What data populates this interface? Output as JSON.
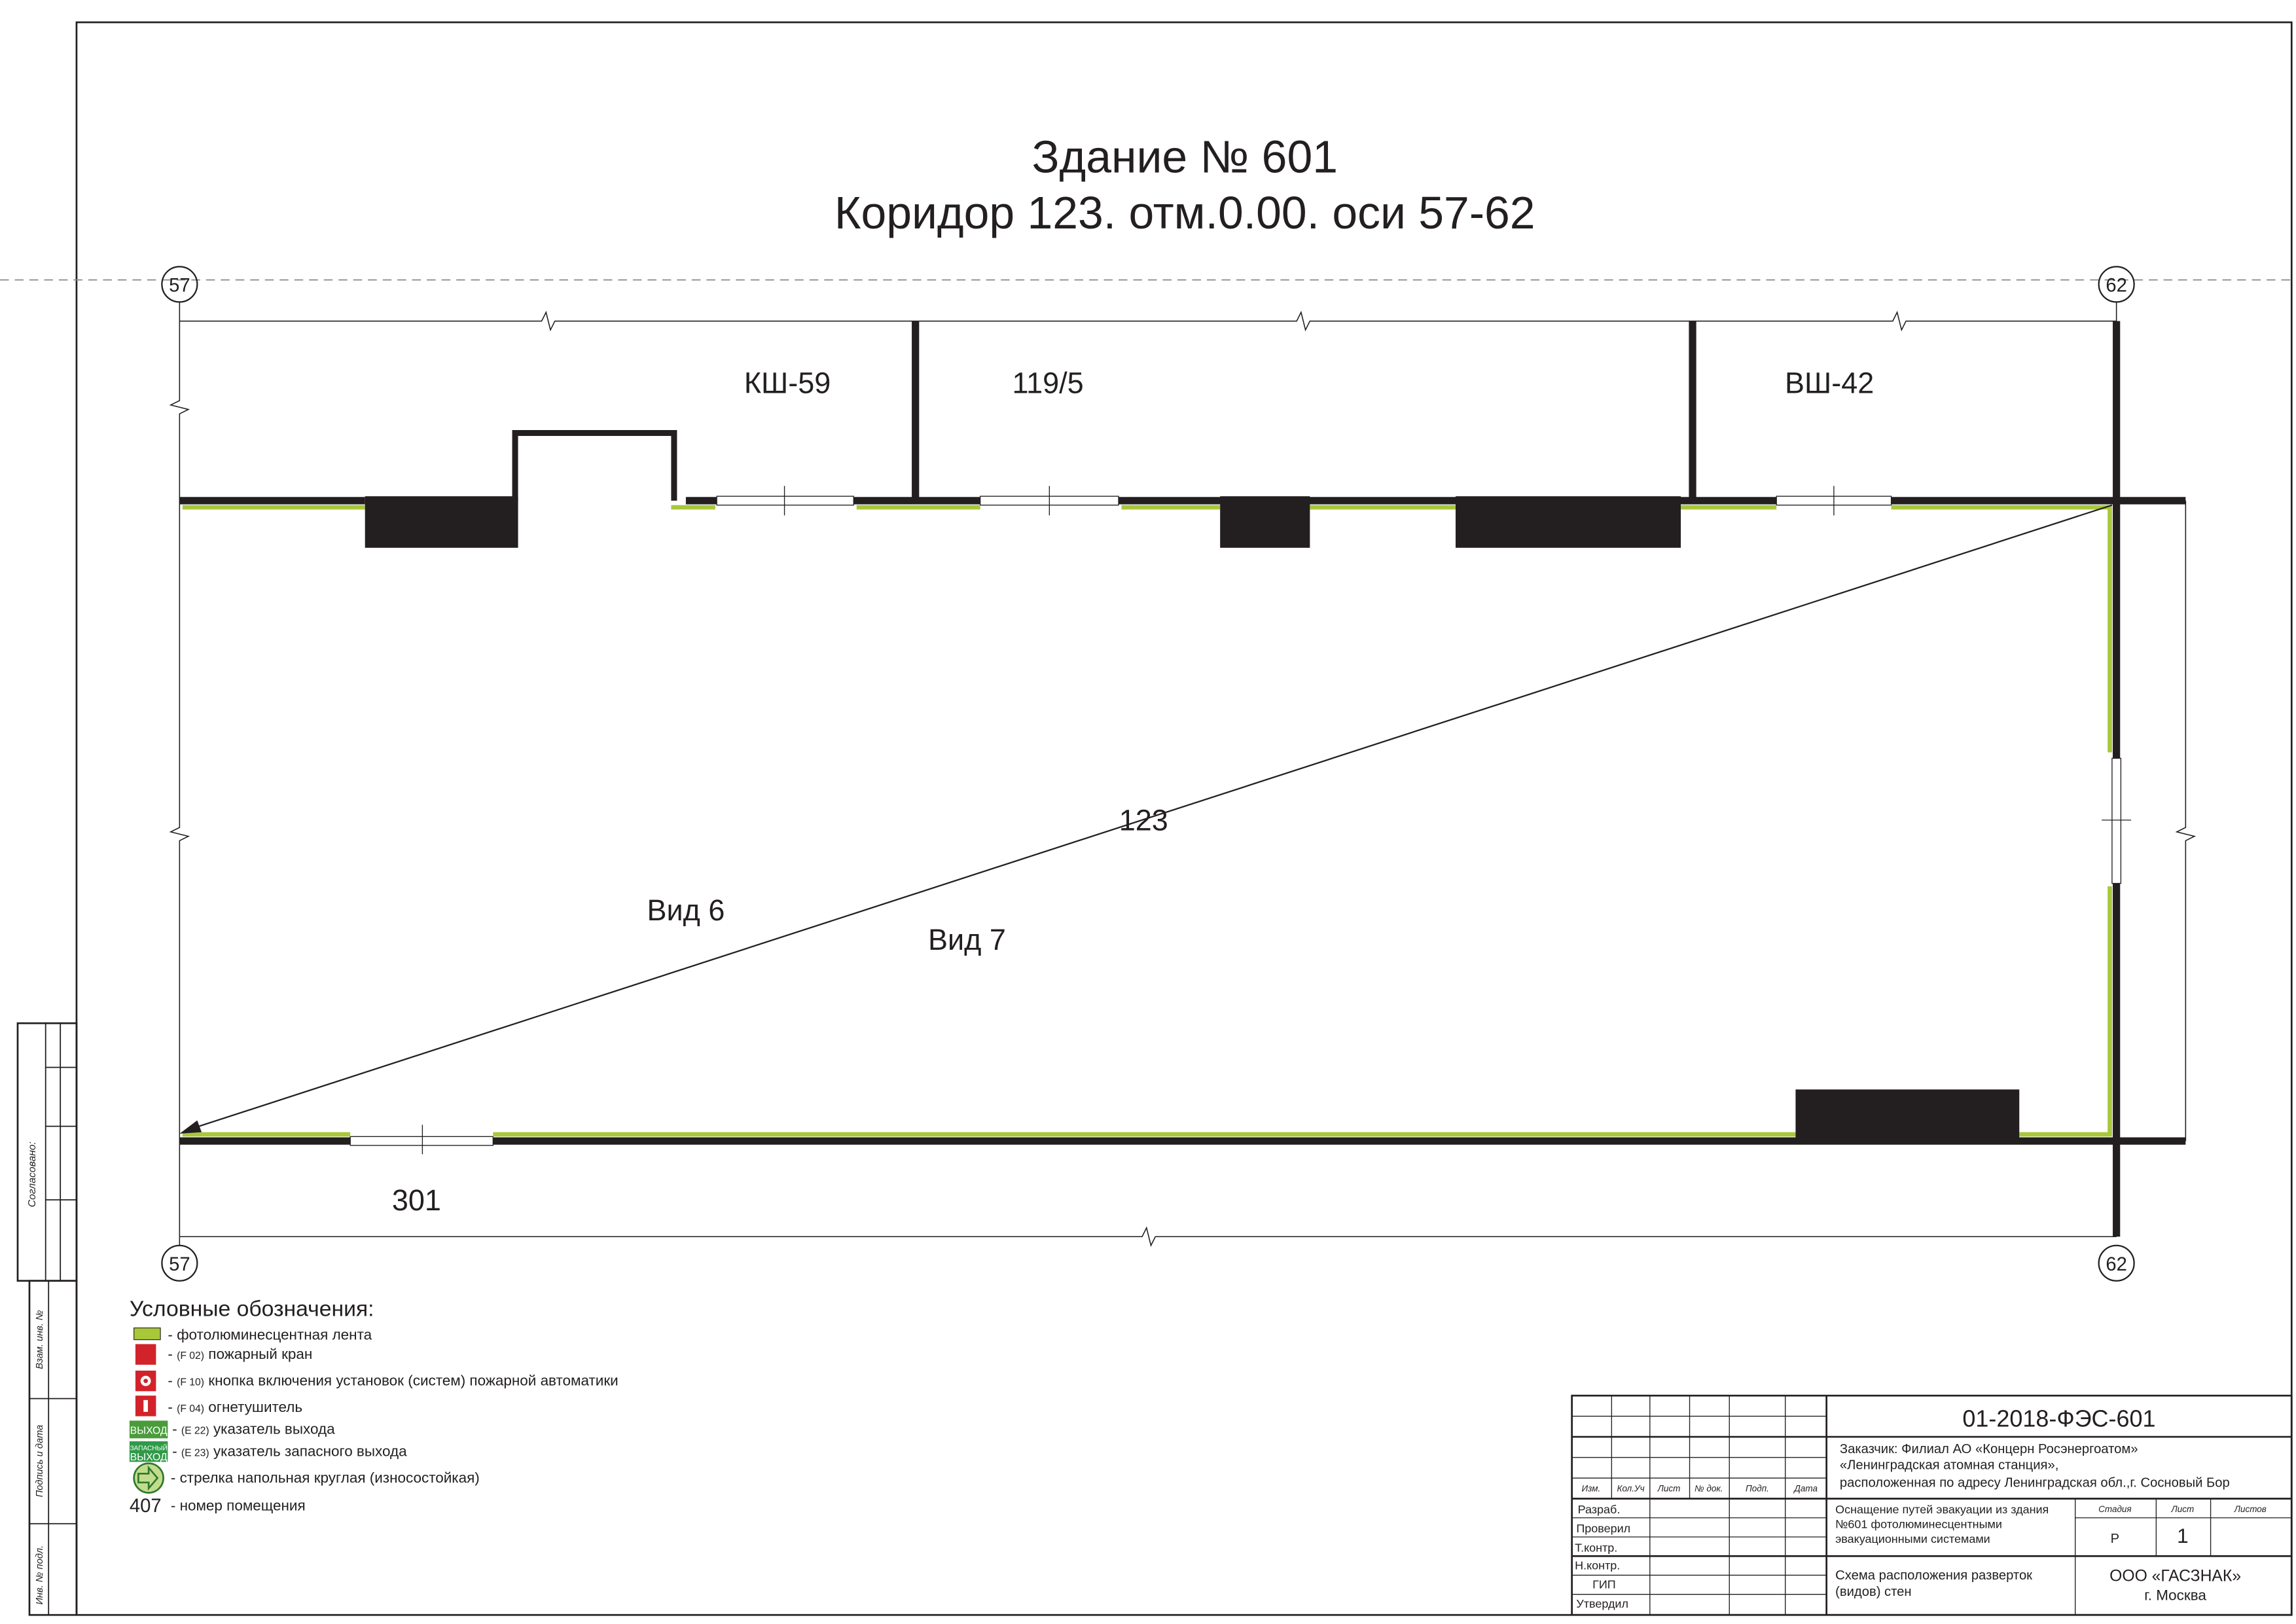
{
  "title": {
    "line1": "Здание № 601",
    "line2": "Коридор 123. отм.0.00. оси 57-62"
  },
  "axes": {
    "left_top": "57",
    "right_top": "62",
    "left_bottom": "57",
    "right_bottom": "62"
  },
  "rooms": {
    "ksh": "КШ-59",
    "r1195": "119/5",
    "vsh": "ВШ-42",
    "corridor": "123",
    "view6": "Вид 6",
    "view7": "Вид 7",
    "r301": "301"
  },
  "colors": {
    "tape": "#a8c83a",
    "wall": "#231f20",
    "red": "#d2232a",
    "green": "#4a9c3b"
  },
  "legend": {
    "title": "Условные обозначения:",
    "items": [
      {
        "icon": "photoluminescent-tape",
        "code": "",
        "text": "- фотолюминесцентная лента"
      },
      {
        "icon": "fire-hydrant",
        "code": "(F 02)",
        "text": "пожарный кран"
      },
      {
        "icon": "fire-button",
        "code": "(F 10)",
        "text": "кнопка включения установок (систем) пожарной автоматики"
      },
      {
        "icon": "extinguisher",
        "code": "(F 04)",
        "text": "огнетушитель"
      },
      {
        "icon": "exit-sign",
        "code": "(E 22)",
        "text": "указатель выхода",
        "sign": "ВЫХОД"
      },
      {
        "icon": "spare-exit-sign",
        "code": "(E 23)",
        "text": "указатель запасного выхода",
        "sign1": "ЗАПАСНЫЙ",
        "sign2": "ВЫХОД"
      },
      {
        "icon": "floor-arrow",
        "code": "",
        "text": "- стрелка напольная круглая (износостойкая)"
      },
      {
        "icon": "room-number",
        "code": "407",
        "text": "- номер помещения"
      }
    ]
  },
  "side_stamp": {
    "agreed": "Согласовано:",
    "inv_replace": "Взам. инв. №",
    "sign_date": "Подпись и дата",
    "inv_orig": "Инв. № подл."
  },
  "title_block": {
    "doc_code": "01-2018-ФЭС-601",
    "customer": [
      "Заказчик: Филиал АО «Концерн Росэнергоатом»",
      "«Ленинградская атомная станция»,",
      "расположенная по адресу Ленинградская обл.,г. Сосновый Бор"
    ],
    "headers": [
      "Изм.",
      "Кол.Уч",
      "Лист",
      "№ док.",
      "Подп.",
      "Дата"
    ],
    "roles": [
      "Разраб.",
      "Проверил",
      "Т.контр.",
      "Н.контр.",
      "ГИП",
      "Утвердил"
    ],
    "project": [
      "Оснащение путей эвакуации из здания",
      "№601  фотолюминесцентными",
      "эвакуационными системами"
    ],
    "stage_label": "Стадия",
    "sheet_label": "Лист",
    "sheets_label": "Листов",
    "stage": "Р",
    "sheet": "1",
    "drawing": [
      "Схема расположения разверток",
      "(видов) стен"
    ],
    "company": "ООО «ГАСЗНАК»",
    "city": "г. Москва"
  }
}
